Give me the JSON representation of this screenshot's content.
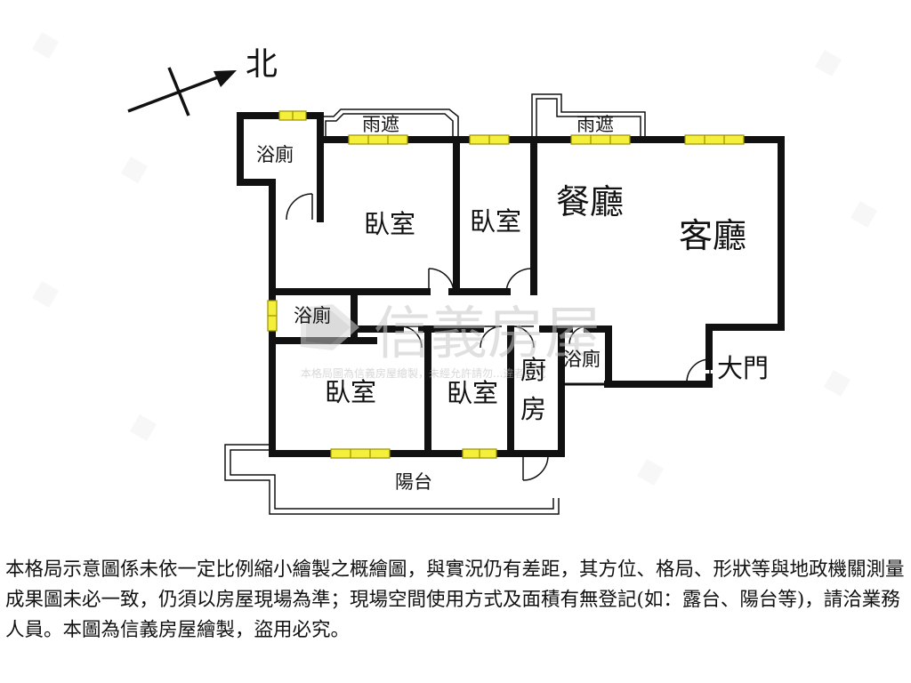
{
  "north_label": "北",
  "rooms": {
    "bath_top_left": "浴廁",
    "canopy_left": "雨遮",
    "canopy_right": "雨遮",
    "bedroom_1": "臥室",
    "bedroom_2": "臥室",
    "dining": "餐廳",
    "living": "客廳",
    "bath_middle": "浴廁",
    "bedroom_3": "臥室",
    "bedroom_4": "臥室",
    "kitchen_1": "廚",
    "kitchen_2": "房",
    "bath_right": "浴廁",
    "main_door": "大門",
    "balcony": "陽台"
  },
  "watermark": {
    "brand": "信義房屋",
    "note": "本格局圖為信義房屋繪製，未經允許請勿...違者必究"
  },
  "disclaimer": "本格局示意圖係未依一定比例縮小繪製之概繪圖，與實況仍有差距，其方位、格局、形狀等與地政機關測量成果圖未必一致，仍須以房屋現場為準；現場空間使用方式及面積有無登記(如：露台、陽台等)，請洽業務人員。本圖為信義房屋繪製，盜用必究。",
  "colors": {
    "wall": "#111111",
    "window": "#f3ef3a",
    "window_edge": "#9a9000",
    "watermark": "#bfbfbf"
  }
}
